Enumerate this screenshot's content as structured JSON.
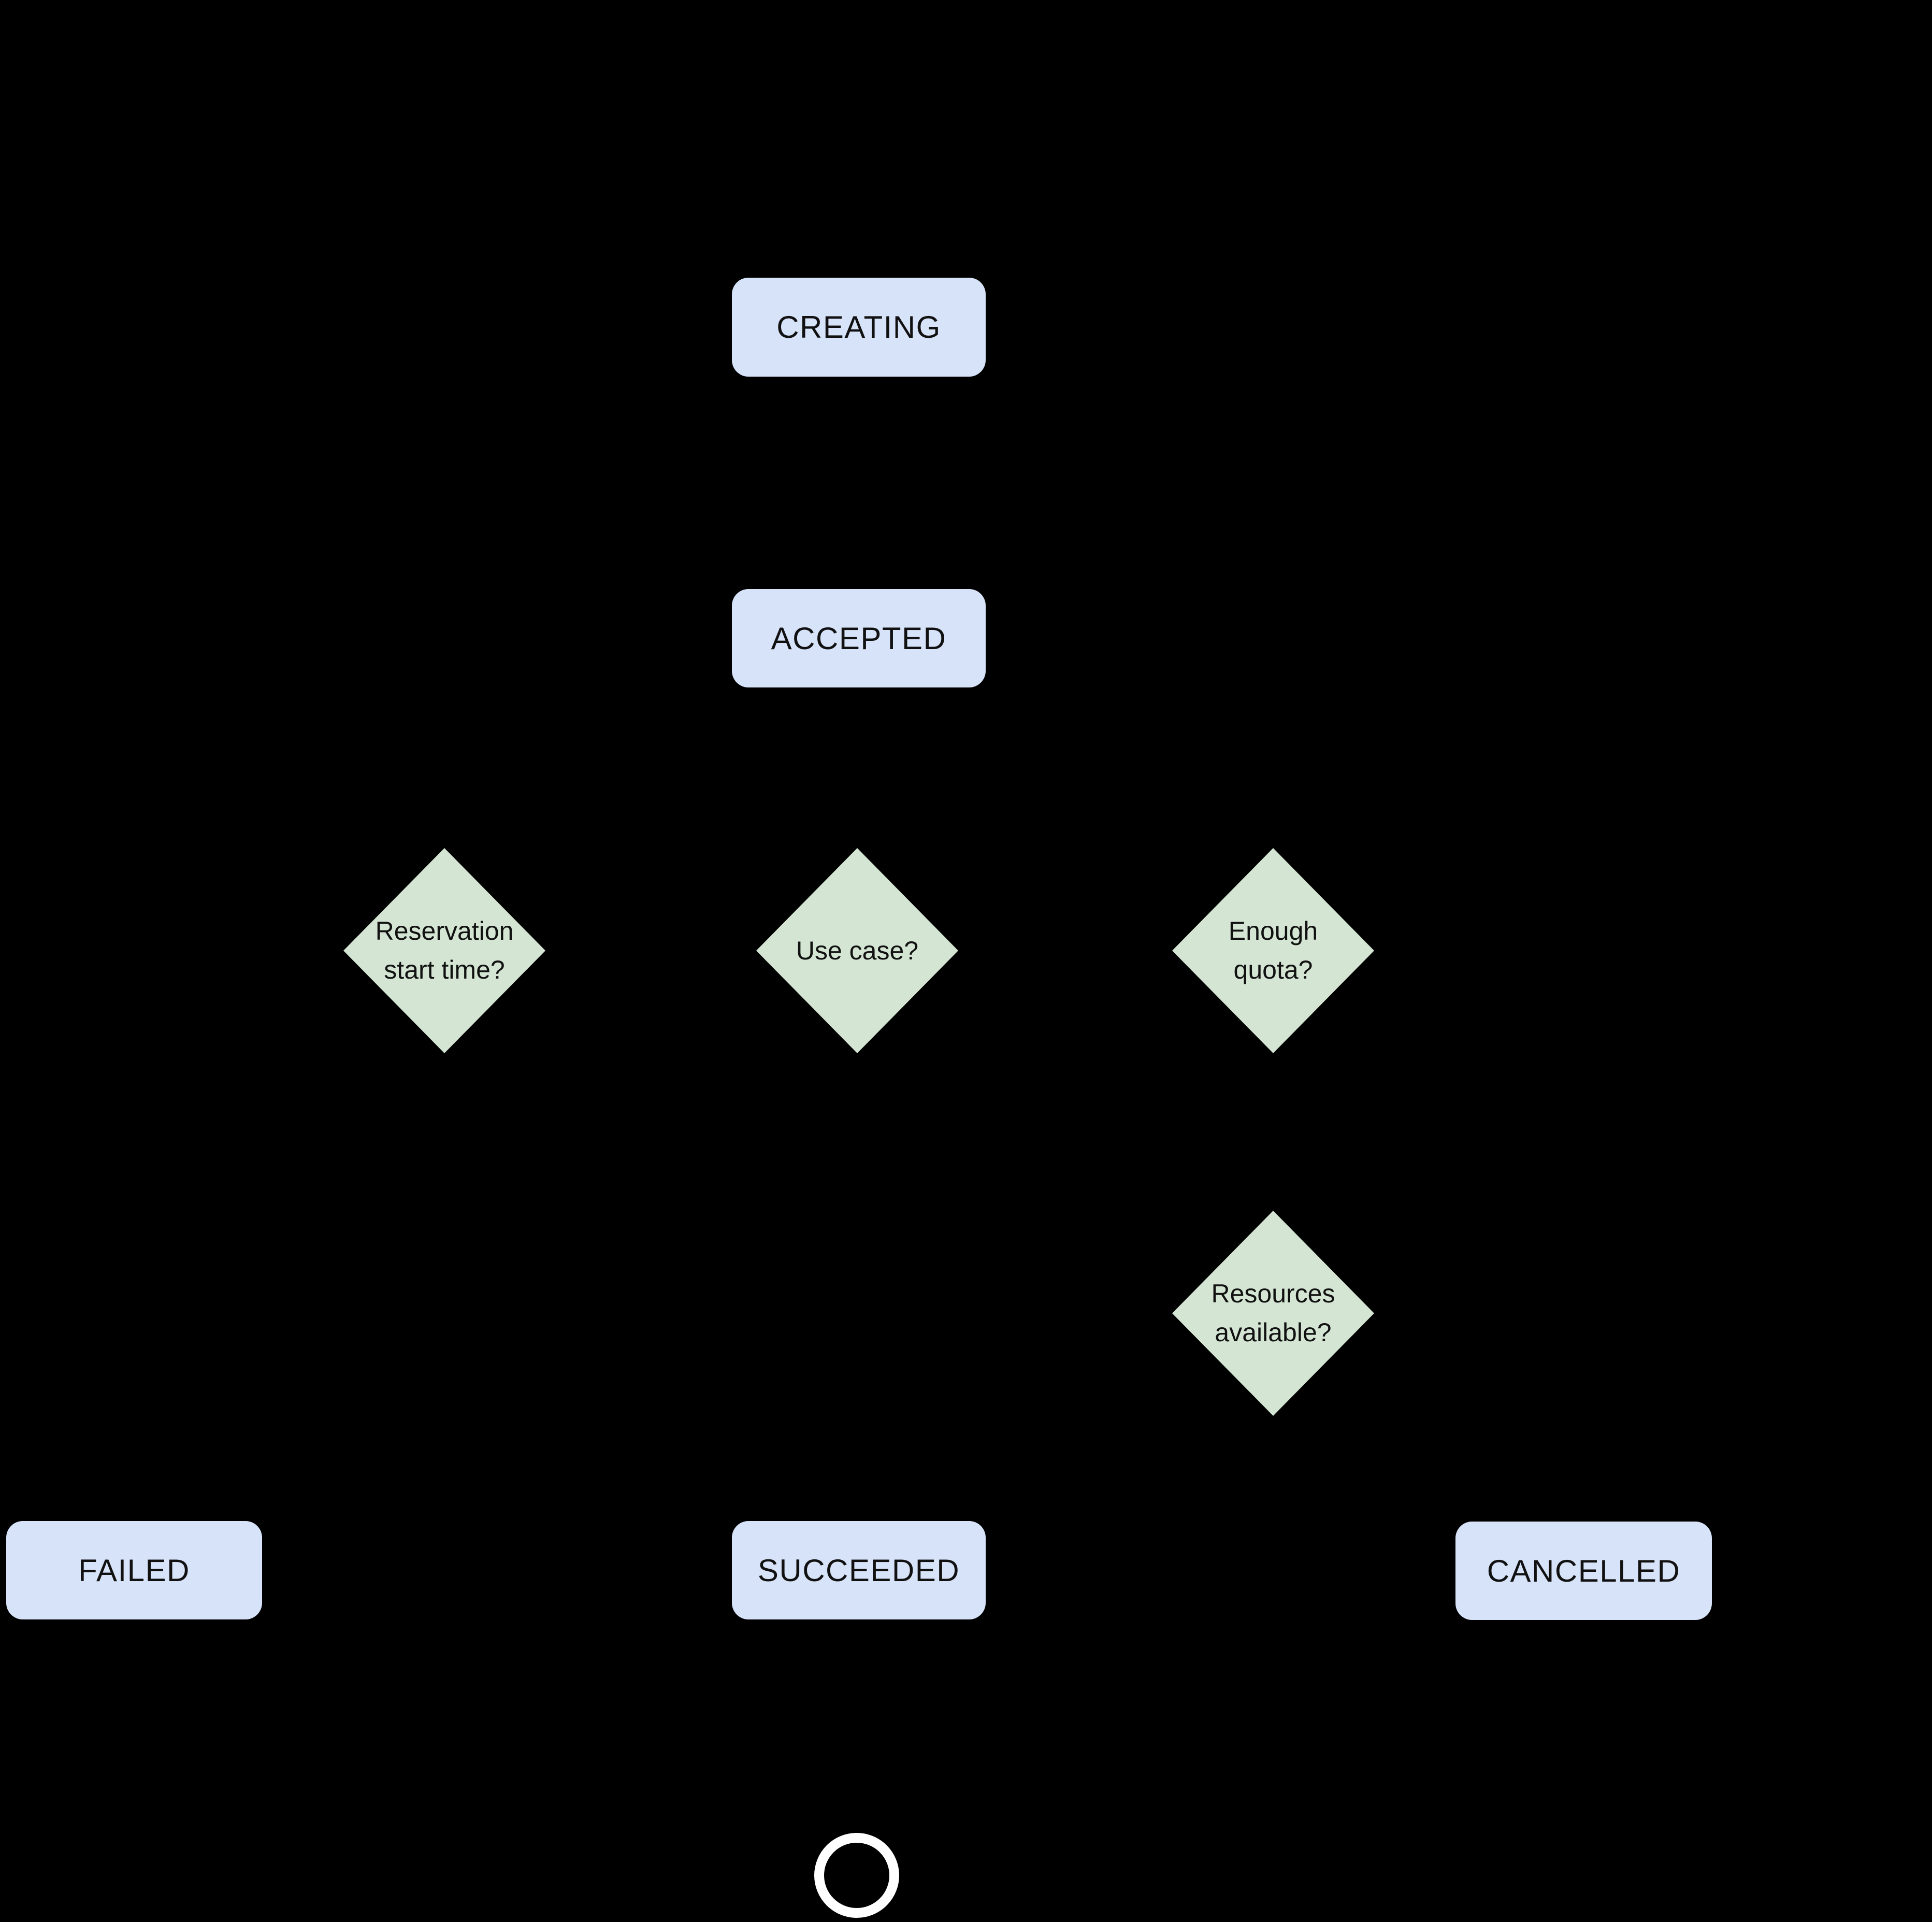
{
  "diagram": {
    "type": "flowchart",
    "background": "#000000",
    "colors": {
      "background": "#000000",
      "state_fill": "#d7e3f9",
      "decision_fill": "#d4e6d3",
      "node_text": "#111111",
      "terminal_ring": "#ffffff"
    },
    "states": {
      "creating": {
        "label": "CREATING"
      },
      "accepted": {
        "label": "ACCEPTED"
      },
      "failed": {
        "label": "FAILED"
      },
      "succeeded": {
        "label": "SUCCEEDED"
      },
      "cancelled": {
        "label": "CANCELLED"
      }
    },
    "decisions": {
      "reservation_start_time": {
        "lines": [
          "Reservation",
          "start time?"
        ]
      },
      "use_case": {
        "lines": [
          "Use case?"
        ]
      },
      "enough_quota": {
        "lines": [
          "Enough",
          "quota?"
        ]
      },
      "resources_available": {
        "lines": [
          "Resources",
          "available?"
        ]
      }
    },
    "terminal": {
      "name": "end-state"
    }
  }
}
